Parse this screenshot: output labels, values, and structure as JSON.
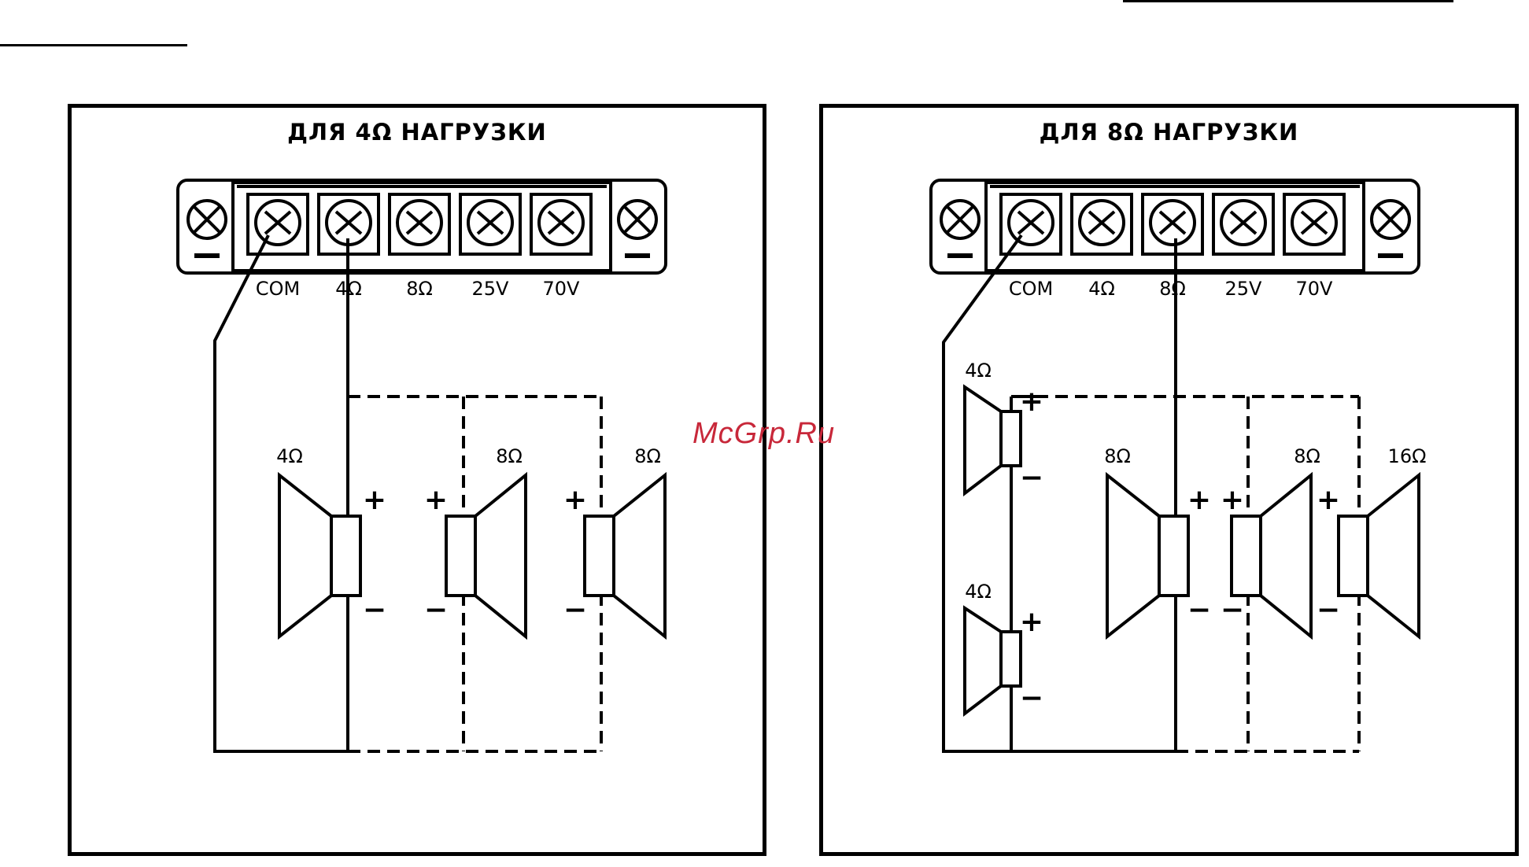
{
  "panels": [
    {
      "title": "ДЛЯ 4Ω НАГРУЗКИ",
      "terminals": [
        "COM",
        "4Ω",
        "8Ω",
        "25V",
        "70V"
      ],
      "speaker_labels": [
        "4Ω",
        "8Ω",
        "8Ω"
      ]
    },
    {
      "title": "ДЛЯ 8Ω НАГРУЗКИ",
      "terminals": [
        "COM",
        "4Ω",
        "8Ω",
        "25V",
        "70V"
      ],
      "speaker_labels": [
        "4Ω",
        "4Ω",
        "8Ω",
        "8Ω",
        "16Ω"
      ]
    }
  ],
  "polarity": {
    "plus": "+",
    "minus": "−"
  },
  "watermark": "McGrp.Ru"
}
